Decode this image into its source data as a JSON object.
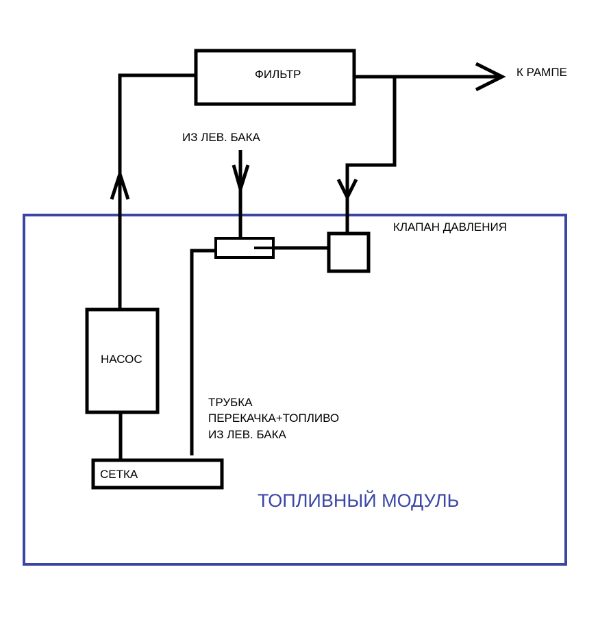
{
  "colors": {
    "line": "#000000",
    "module_border": "#3a46a3",
    "module_title": "#3a46a3",
    "background": "#ffffff"
  },
  "labels": {
    "filter": "ФИЛЬТР",
    "to_rail": "К РАМПЕ",
    "from_left_tank": "ИЗ ЛЕВ. БАКА",
    "pressure_valve": "КЛАПАН ДАВЛЕНИЯ",
    "pump": "НАСОС",
    "tube_line1": "ТРУБКА",
    "tube_line2": "ПЕРЕКАЧКА+ТОПЛИВО",
    "tube_line3": "ИЗ ЛЕВ. БАКА",
    "strainer": "СЕТКА",
    "fuel_module": "ТОПЛИВНЫЙ МОДУЛЬ"
  }
}
